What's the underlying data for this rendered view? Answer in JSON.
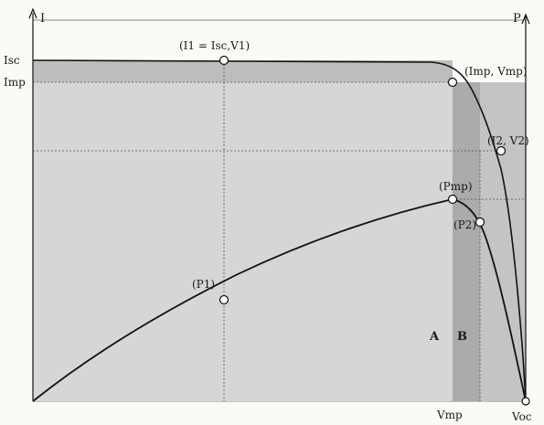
{
  "axes": {
    "y_left_name": "I",
    "y_right_name": "P"
  },
  "labels": {
    "isc": "Isc",
    "imp": "Imp",
    "vmp": "Vmp",
    "voc": "Voc",
    "point_sc": "(I1 = Isc,V1)",
    "point_mp": "(Imp, Vmp)",
    "point_2": "(I2, V2)",
    "power_mp": "(Pmp)",
    "power_2": "(P2)",
    "power_1": "(P1)",
    "region_a": "A",
    "region_b": "B"
  },
  "colors": {
    "shade_a": "#bdbdbd",
    "shade_b": "#a9a9a9",
    "curve": "#111111",
    "grid": "#555555"
  }
}
